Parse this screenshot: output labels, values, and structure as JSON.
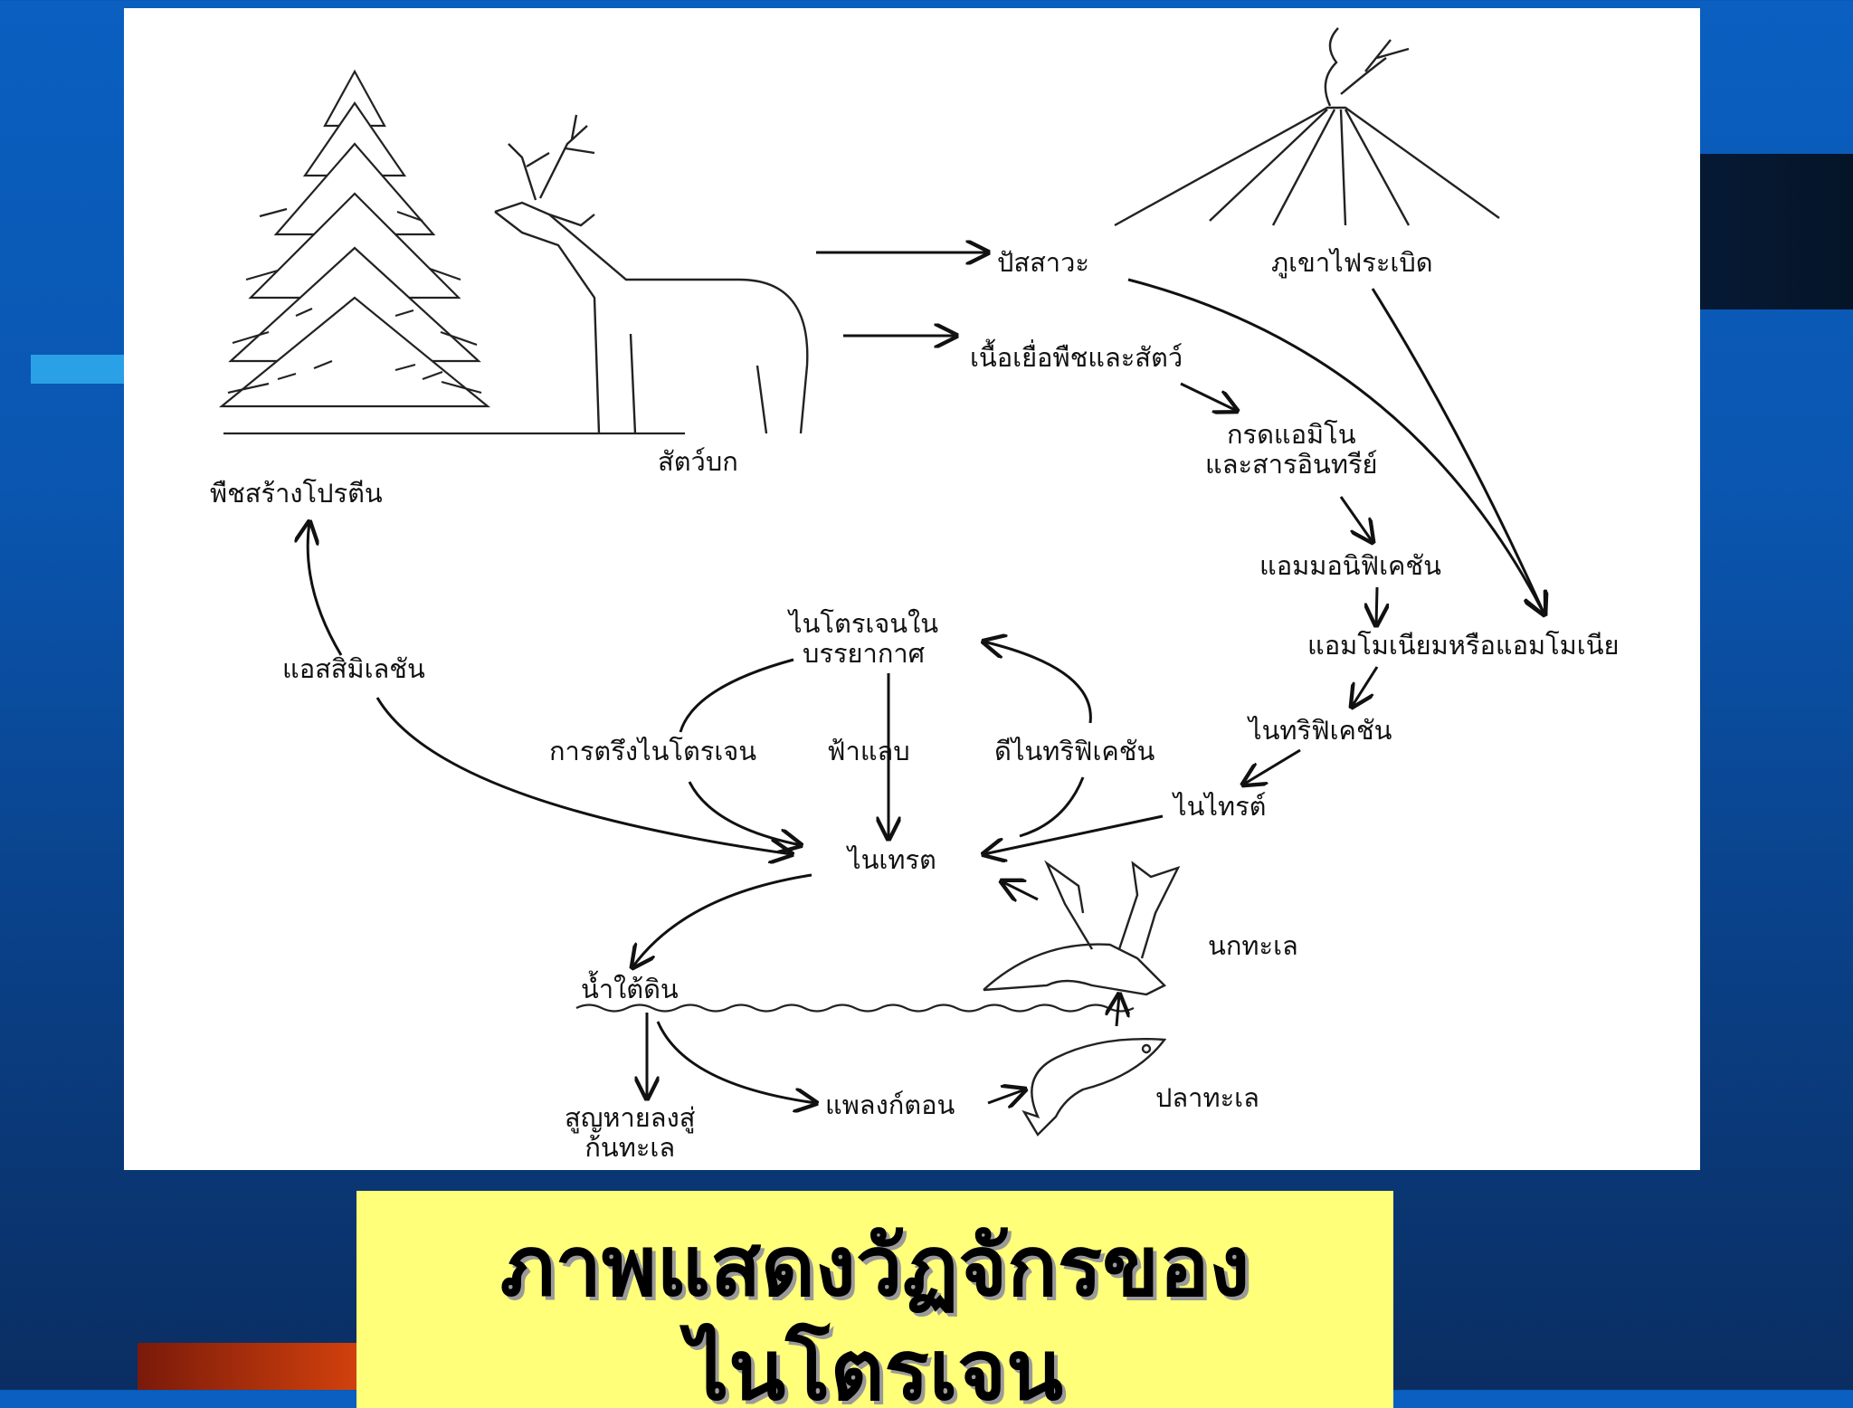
{
  "diagram": {
    "labels": {
      "urine": "ปัสสาวะ",
      "volcano": "ภูเขาไฟระเบิด",
      "tissue": "เนื้อเยื่อพืชและสัตว์",
      "amino": "กรดแอมิโน\nและสารอินทรีย์",
      "land_animal": "สัตว์บก",
      "plant_protein": "พืชสร้างโปรตีน",
      "ammonification": "แอมมอนิฟิเคชัน",
      "ammonium": "แอมโมเนียมหรือแอมโมเนีย",
      "atmospheric_n2": "ไนโตรเจนใน\nบรรยากาศ",
      "assimilation": "แอสสิมิเลชัน",
      "nitrification": "ไนทริฟิเคชัน",
      "fixation": "การตรึงไนโตรเจน",
      "lightning": "ฟ้าแลบ",
      "denitrification": "ดีไนทริฟิเคชัน",
      "nitrite": "ไนไทรต์",
      "nitrate": "ไนเทรต",
      "seabird": "นกทะเล",
      "groundwater": "น้ำใต้ดิน",
      "plankton": "แพลงก์ตอน",
      "fish": "ปลาทะเล",
      "seafloor_loss": "สูญหายลงสู่\nก้นทะเล"
    }
  },
  "title": "ภาพแสดงวัฏจักรของไนโตรเจน"
}
